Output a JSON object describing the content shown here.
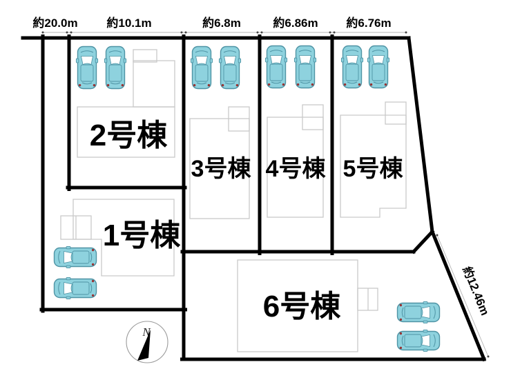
{
  "plan": {
    "dimensions": {
      "top": [
        {
          "label": "約20.0m"
        },
        {
          "label": "約10.1m"
        },
        {
          "label": "約6.8m"
        },
        {
          "label": "約6.86m"
        },
        {
          "label": "約6.76m"
        }
      ],
      "right_diagonal": {
        "label": "約12.46m"
      }
    },
    "lots": [
      {
        "name": "1号棟"
      },
      {
        "name": "2号棟"
      },
      {
        "name": "3号棟"
      },
      {
        "name": "4号棟"
      },
      {
        "name": "5号棟"
      },
      {
        "name": "6号棟"
      }
    ],
    "compass": {
      "north": "N"
    }
  },
  "colors": {
    "boundary": "#000000",
    "building_outline": "#c9c9c9",
    "dimension_line": "#b5b5b5",
    "car_body": "#8ed2de",
    "car_outline": "#4e93a4",
    "car_taillight": "#983434"
  }
}
